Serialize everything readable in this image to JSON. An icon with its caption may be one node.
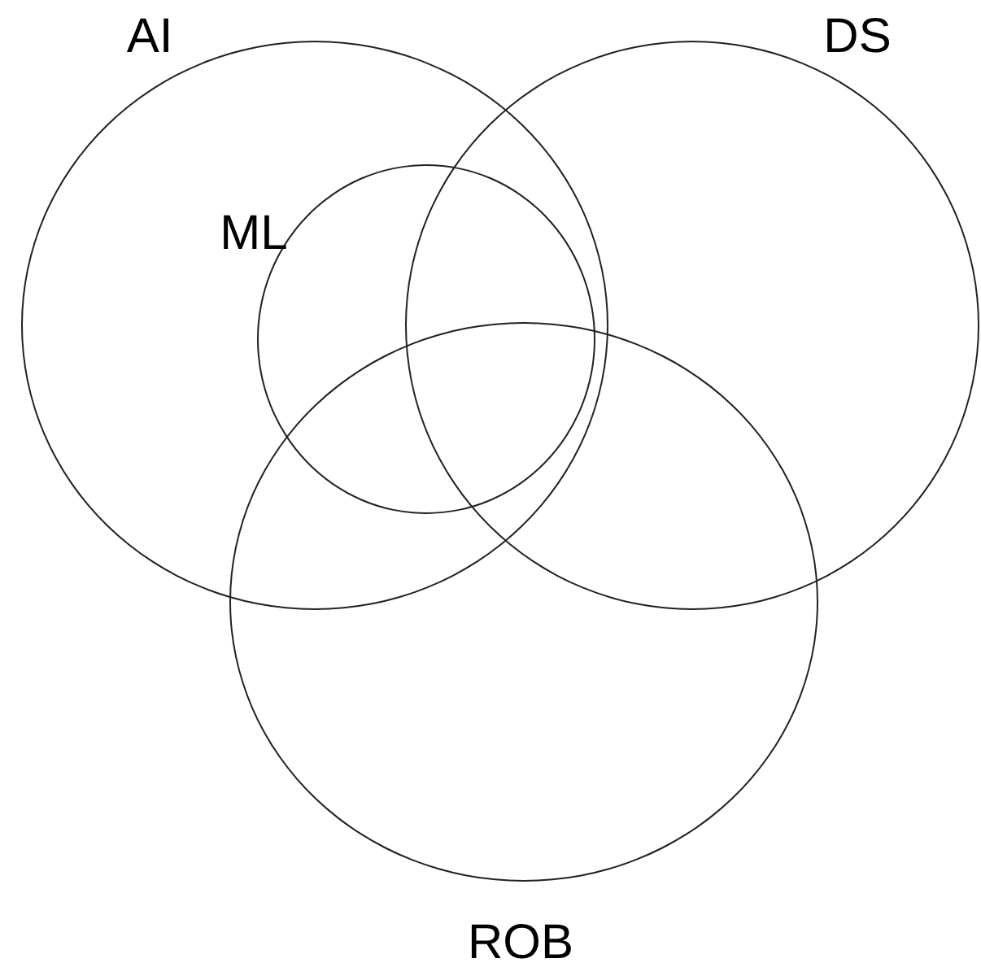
{
  "diagram": {
    "nodes": [
      {
        "text": [
          "AI"
        ]
      },
      {
        "text": [
          "DS"
        ]
      },
      {
        "text": [
          "ML"
        ],
        "in": 0
      },
      {
        "text": [
          "ROB"
        ]
      }
    ]
  }
}
